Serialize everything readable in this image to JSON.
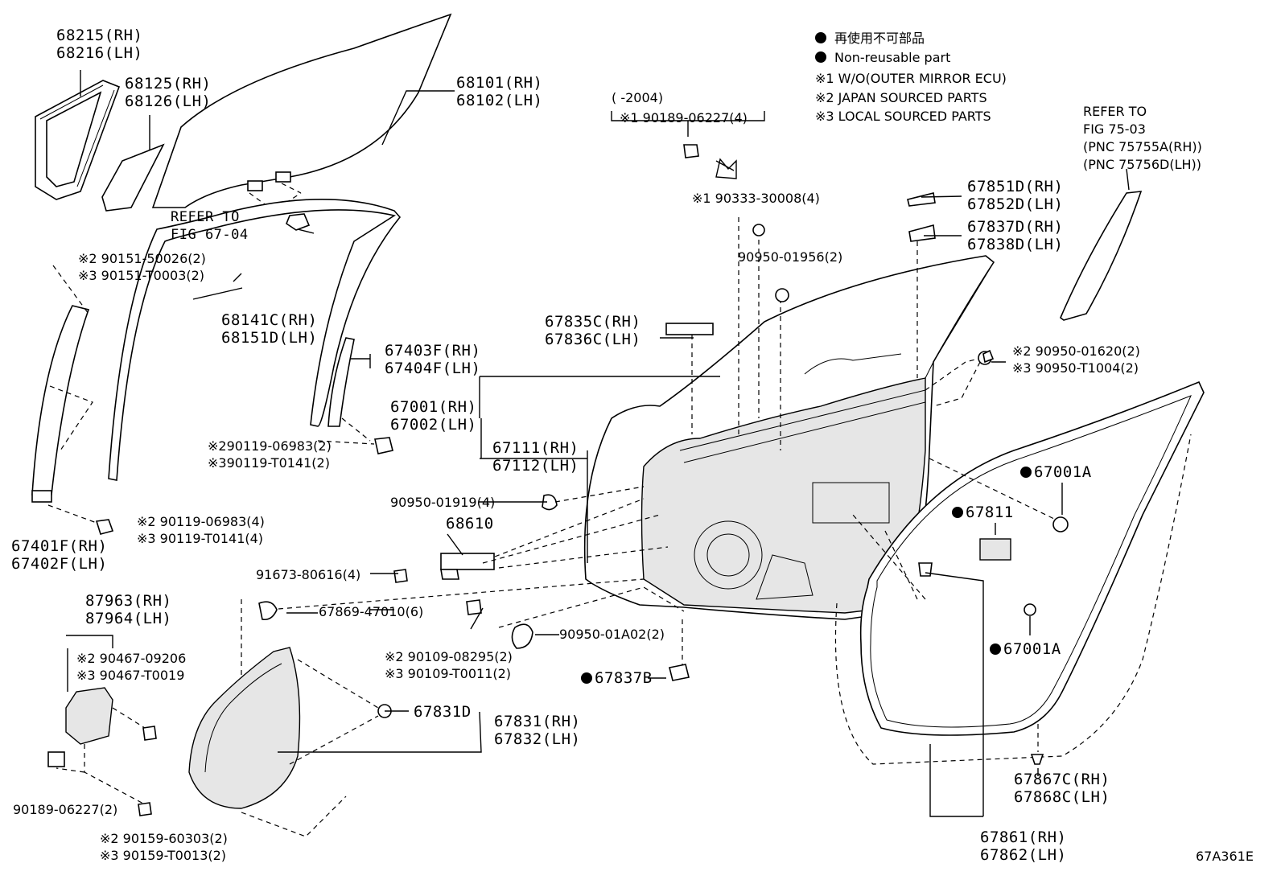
{
  "legend": {
    "ja": "再使用不可部品",
    "en": "Non-reusable part",
    "note1": "※1 W/O(OUTER MIRROR ECU)",
    "note2": "※2 JAPAN SOURCED PARTS",
    "note3": "※3 LOCAL SOURCED PARTS"
  },
  "refer_75": {
    "l1": "REFER TO",
    "l2": "FIG 75-03",
    "l3": "(PNC 75755A(RH))",
    "l4": "(PNC 75756D(LH))"
  },
  "refer_67": {
    "l1": "REFER TO",
    "l2": "FIG 67-04"
  },
  "fig_id": "67A361E",
  "date_range": "(      -2004)",
  "labels": {
    "p68215": "68215(RH)",
    "p68216": "68216(LH)",
    "p68125": "68125(RH)",
    "p68126": "68126(LH)",
    "p68101": "68101(RH)",
    "p68102": "68102(LH)",
    "n1_90189": "※1 90189-06227(4)",
    "n1_90333": "※1 90333-30008(4)",
    "p90950_01956": "90950-01956(2)",
    "n2_90151": "※2 90151-50026(2)",
    "n3_90151": "※3 90151-T0003(2)",
    "p68141": "68141C(RH)",
    "p68151": "68151D(LH)",
    "p67403": "67403F(RH)",
    "p67404": "67404F(LH)",
    "p67001": "67001(RH)",
    "p67002": "67002(LH)",
    "p67111": "67111(RH)",
    "p67112": "67112(LH)",
    "p67835": "67835C(RH)",
    "p67836": "67836C(LH)",
    "p67851": "67851D(RH)",
    "p67852": "67852D(LH)",
    "p67837d": "67837D(RH)",
    "p67838d": "67838D(LH)",
    "n2_90950_016": "※2 90950-01620(2)",
    "n3_90950_t1": "※3 90950-T1004(2)",
    "n2_90119_a": "※290119-06983(2)",
    "n3_90119_a": "※390119-T0141(2)",
    "n2_90119_b": "※2 90119-06983(4)",
    "n3_90119_b": "※3 90119-T0141(4)",
    "p67401": "67401F(RH)",
    "p67402": "67402F(LH)",
    "p90950_01919": "90950-01919(4)",
    "p68610": "68610",
    "p91673": "91673-80616(4)",
    "p67001A_1": "67001A",
    "p67811": "67811",
    "p67001A_2": "67001A",
    "p87963": "87963(RH)",
    "p87964": "87964(LH)",
    "n2_90467": "※2 90467-09206",
    "n3_90467": "※3 90467-T0019",
    "p67869": "67869-47010(6)",
    "p90950_01a02": "90950-01A02(2)",
    "n2_90109": "※2 90109-08295(2)",
    "n3_90109": "※3 90109-T0011(2)",
    "p67837b": "67837B",
    "p67831d": "67831D",
    "p67831": "67831(RH)",
    "p67832": "67832(LH)",
    "p90189_bottom": "90189-06227(2)",
    "n2_90159": "※2 90159-60303(2)",
    "n3_90159": "※3 90159-T0013(2)",
    "p67867": "67867C(RH)",
    "p67868": "67868C(LH)",
    "p67861": "67861(RH)",
    "p67862": "67862(LH)"
  }
}
